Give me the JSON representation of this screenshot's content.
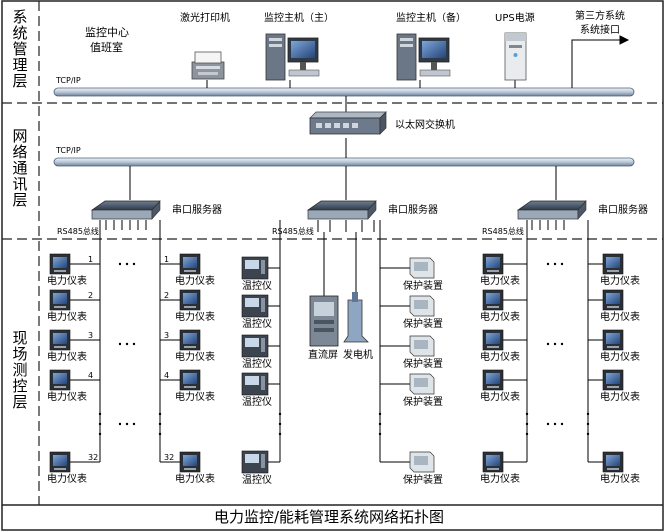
{
  "layers": {
    "system": "系统管理层",
    "network": "网络通讯层",
    "field": "现场测控层"
  },
  "top": {
    "monitoring_center": "监控中心",
    "duty_room": "值班室",
    "laser_printer": "激光打印机",
    "host_main": "监控主机（主）",
    "host_backup": "监控主机（备）",
    "ups": "UPS电源",
    "third_party_line1": "第三方系统",
    "third_party_line2": "系统接口"
  },
  "network": {
    "tcpip_top": "TCP/IP",
    "tcpip_mid": "TCP/IP",
    "ethernet_switch": "以太网交换机",
    "serial_server": "串口服务器",
    "rs485": "RS485总线"
  },
  "devices": {
    "power_meter": "电力仪表",
    "temp_meter": "温控仪",
    "protection": "保护装置",
    "dc_screen": "直流屏",
    "generator": "发电机"
  },
  "meter_numbers": [
    "1",
    "2",
    "3",
    "4",
    "32"
  ],
  "title": "电力监控/能耗管理系统网络拓扑图"
}
